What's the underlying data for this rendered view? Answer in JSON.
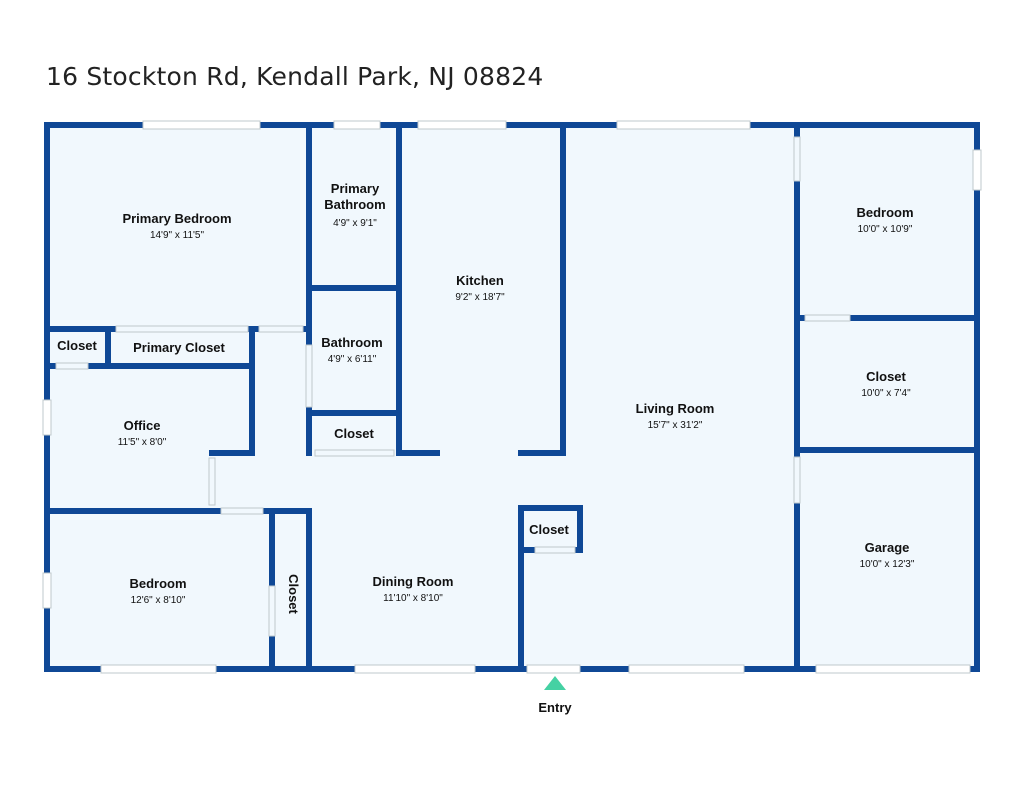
{
  "address": "16 Stockton Rd, Kendall Park, NJ 08824",
  "colors": {
    "wall": "#0f4896",
    "floor": "#f1f8fd",
    "window": "#bfc8cc",
    "entry_marker": "#45d1a3"
  },
  "rooms": [
    {
      "id": "primary-bedroom",
      "name": "Primary Bedroom",
      "dims": "14'9\" x 11'5\""
    },
    {
      "id": "primary-bathroom",
      "name_lines": [
        "Primary",
        "Bathroom"
      ],
      "dims": "4'9\" x 9'1\""
    },
    {
      "id": "kitchen",
      "name": "Kitchen",
      "dims": "9'2\" x 18'7\""
    },
    {
      "id": "living-room",
      "name": "Living Room",
      "dims": "15'7\" x 31'2\""
    },
    {
      "id": "bedroom-east",
      "name": "Bedroom",
      "dims": "10'0\" x 10'9\""
    },
    {
      "id": "closet-east",
      "name": "Closet",
      "dims": "10'0\" x 7'4\""
    },
    {
      "id": "garage",
      "name": "Garage",
      "dims": "10'0\" x 12'3\""
    },
    {
      "id": "bathroom",
      "name": "Bathroom",
      "dims": "4'9\" x 6'11\""
    },
    {
      "id": "office",
      "name": "Office",
      "dims": "11'5\" x 8'0\""
    },
    {
      "id": "bedroom-west",
      "name": "Bedroom",
      "dims": "12'6\" x 8'10\""
    },
    {
      "id": "dining-room",
      "name": "Dining Room",
      "dims": "11'10\" x 8'10\""
    },
    {
      "id": "closet-nw",
      "name": "Closet"
    },
    {
      "id": "primary-closet",
      "name": "Primary Closet"
    },
    {
      "id": "closet-bath",
      "name": "Closet"
    },
    {
      "id": "closet-living",
      "name": "Closet"
    },
    {
      "id": "closet-bedroom-west",
      "name": "Closet"
    }
  ],
  "entry_label": "Entry"
}
